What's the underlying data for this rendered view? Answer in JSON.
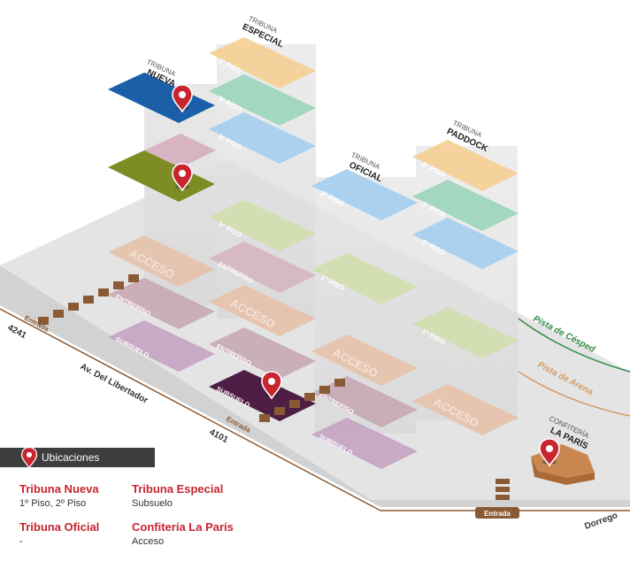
{
  "map": {
    "stands": {
      "nueva": {
        "tribuna": "TRIBUNA",
        "name": "NUEVA"
      },
      "especial": {
        "tribuna": "TRIBUNA",
        "name": "ESPECIAL"
      },
      "oficial": {
        "tribuna": "TRIBUNA",
        "name": "OFICIAL"
      },
      "paddock": {
        "tribuna": "TRIBUNA",
        "name": "PADDOCK"
      },
      "confiteria": {
        "line1": "CONFITERÍA",
        "line2": "LA PARÍS"
      }
    },
    "floors": {
      "piso2": "2º PISO",
      "piso1": "1º PISO",
      "piso3": "3º PISO",
      "piso4": "4º PISO",
      "entrepiso": "ENTREPISO",
      "subsuelo": "SUBSUELO",
      "acceso": "ACCESO"
    },
    "streets": {
      "avenida": "Av. Del Libertador",
      "num4241": "4241",
      "num4101": "4101",
      "dorrego": "Dorrego",
      "entrada": "Entrada"
    },
    "tracks": {
      "cesped": "Pista de Césped",
      "arena": "Pista de Arena"
    },
    "colors": {
      "blue_highlight": "#1a5fa8",
      "olive_highlight": "#7d8c24",
      "purple_highlight": "#4f1e45",
      "accent_red": "#c8252f",
      "track_green": "#2f8a43",
      "track_sand": "#d39a66"
    }
  },
  "legend": {
    "title": "Ubicaciones",
    "icon": "map-pin-icon",
    "items": [
      {
        "name": "Tribuna Nueva",
        "levels": "1º Piso, 2º Piso"
      },
      {
        "name": "Tribuna Especial",
        "levels": "Subsuelo"
      },
      {
        "name": "Tribuna Oficial",
        "levels": "-"
      },
      {
        "name": "Confitería La París",
        "levels": "Acceso"
      }
    ]
  }
}
